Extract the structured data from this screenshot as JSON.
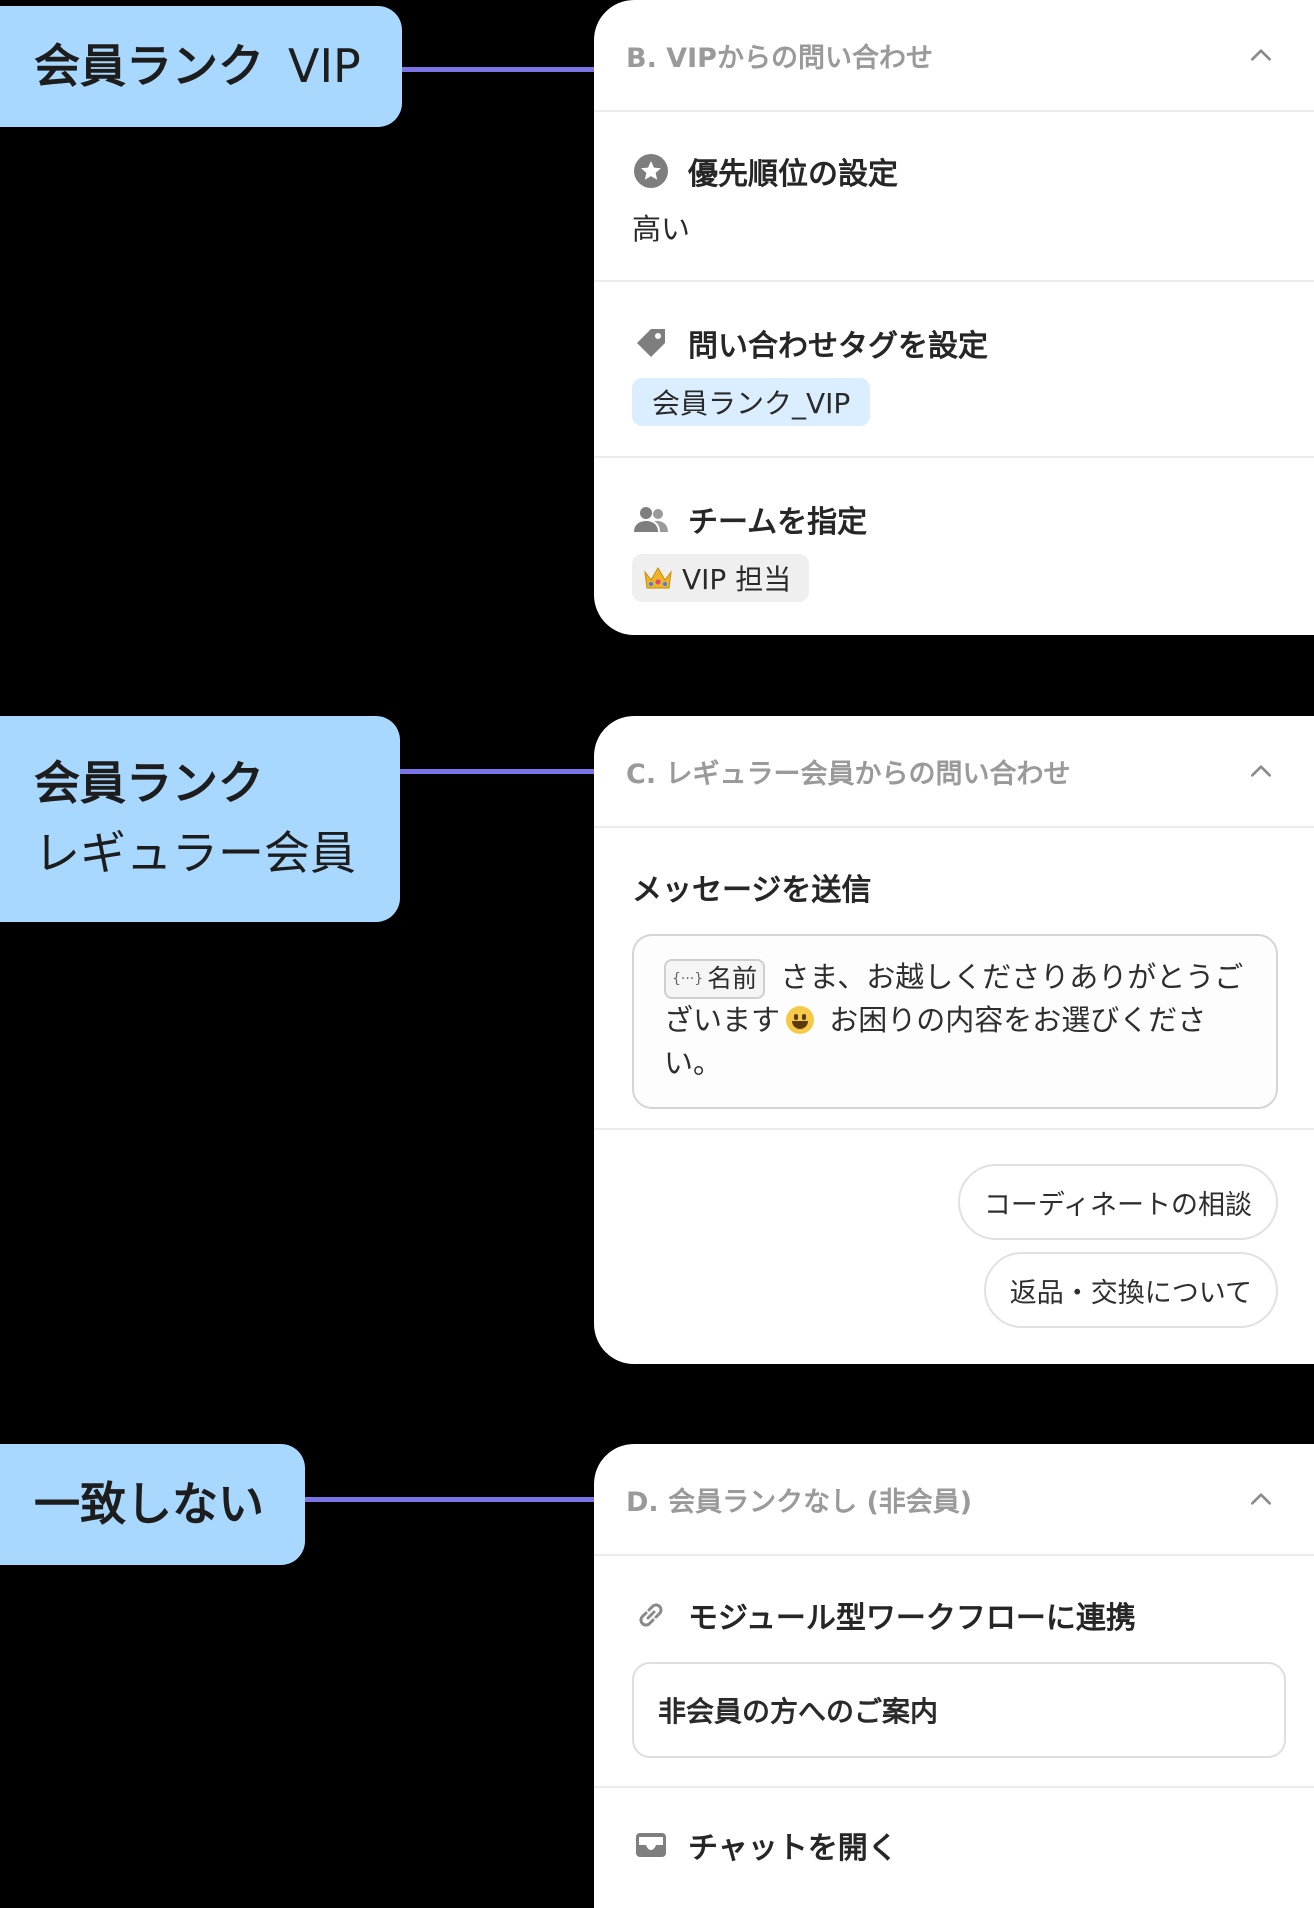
{
  "colors": {
    "label_bg": "#a9d8ff",
    "connector": "#7a74e6",
    "panel_bg": "#ffffff",
    "tag_bg": "#dbeeff",
    "team_tag_bg": "#efefef"
  },
  "rules": [
    {
      "label_lines": [
        "会員ランク",
        "VIP"
      ],
      "panel": {
        "title": "B. VIPからの問い合わせ",
        "priority": {
          "icon": "star-circle-icon",
          "title": "優先順位の設定",
          "value": "高い"
        },
        "tag": {
          "icon": "tag-icon",
          "title": "問い合わせタグを設定",
          "value": "会員ランク_VIP"
        },
        "team": {
          "icon": "users-icon",
          "title": "チームを指定",
          "value_icon": "crown-icon",
          "value": "VIP 担当"
        }
      }
    },
    {
      "label_lines": [
        "会員ランク",
        "レギュラー会員"
      ],
      "panel": {
        "title": "C. レギュラー会員からの問い合わせ",
        "message": {
          "title": "メッセージを送信",
          "variable_chip": "名前",
          "text_part1": " さま、お越しくださりありがとうございます",
          "text_part2": " お困りの内容をお選びください。"
        },
        "quick_replies": [
          "コーディネートの相談",
          "返品・交換について"
        ]
      }
    },
    {
      "label_lines": [
        "一致しない"
      ],
      "panel": {
        "title": "D. 会員ランクなし (非会員)",
        "workflow": {
          "icon": "link-icon",
          "title": "モジュール型ワークフローに連携",
          "value": "非会員の方へのご案内"
        },
        "chat": {
          "icon": "inbox-icon",
          "title": "チャットを開く"
        }
      }
    }
  ]
}
